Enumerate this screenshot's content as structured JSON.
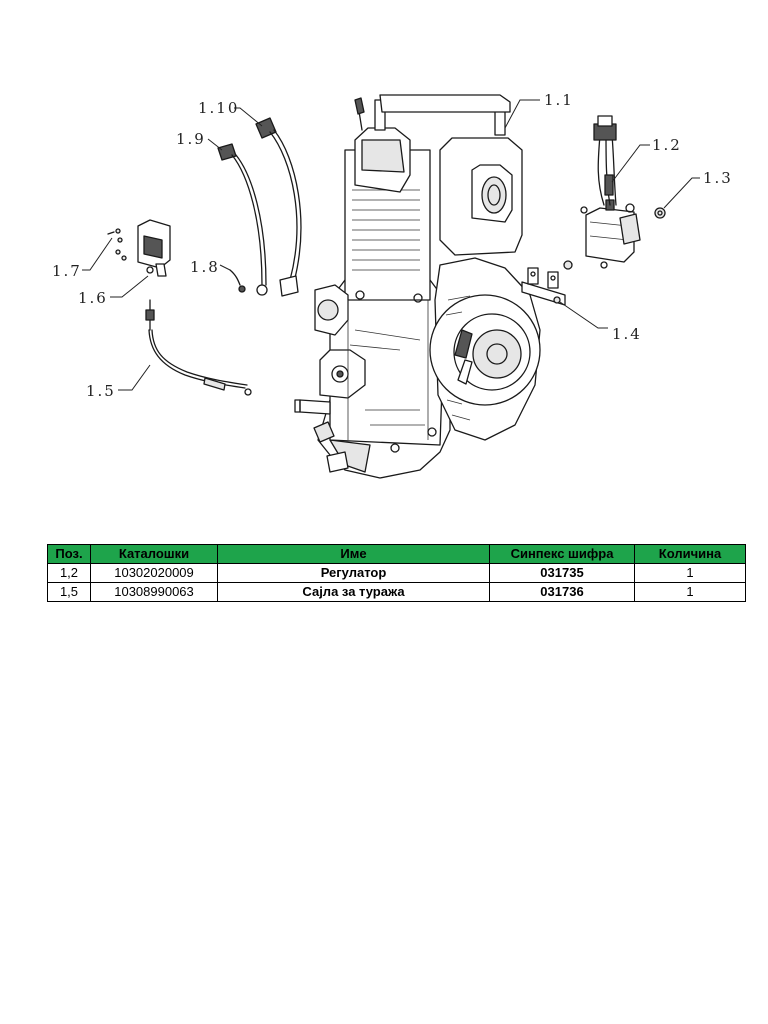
{
  "diagram": {
    "callouts": {
      "c1_1": "1.1",
      "c1_2": "1.2",
      "c1_3": "1.3",
      "c1_4": "1.4",
      "c1_5": "1.5",
      "c1_6": "1.6",
      "c1_7": "1.7",
      "c1_8": "1.8",
      "c1_9": "1.9",
      "c1_10": "1.10"
    }
  },
  "table": {
    "headers": {
      "pos": "Поз.",
      "catalog": "Каталошки",
      "name": "Име",
      "code": "Синпекс шифра",
      "qty": "Количина"
    },
    "rows": [
      {
        "pos": "1,2",
        "catalog": "10302020009",
        "name": "Регулатор",
        "code": "031735",
        "qty": "1"
      },
      {
        "pos": "1,5",
        "catalog": "10308990063",
        "name": "Сајла за туража",
        "code": "031736",
        "qty": "1"
      }
    ]
  }
}
